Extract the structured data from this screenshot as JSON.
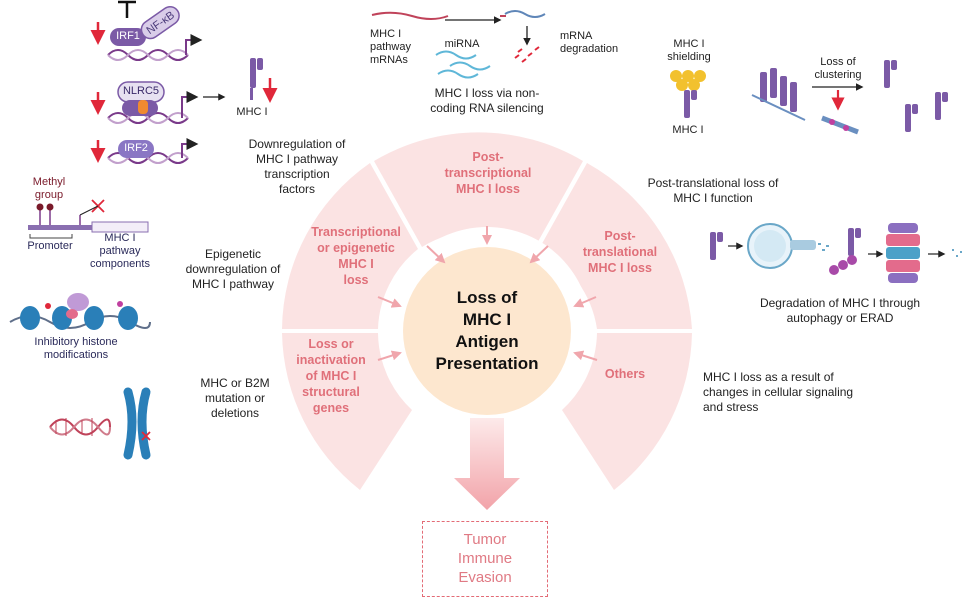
{
  "center": [
    "Loss of",
    "MHC I",
    "Antigen",
    "Presentation"
  ],
  "segments": {
    "transcriptional": [
      "Transcriptional",
      "or epigenetic",
      "MHC I",
      "loss"
    ],
    "post_transcriptional": [
      "Post-",
      "transcriptional",
      "MHC I loss"
    ],
    "post_translational": [
      "Post-",
      "translational",
      "MHC I loss"
    ],
    "structural": [
      "Loss or",
      "inactivation",
      "of MHC I",
      "structural",
      "genes"
    ],
    "others": [
      "Others"
    ]
  },
  "outcome": [
    "Tumor",
    "Immune",
    "Evasion"
  ],
  "labels": {
    "downregulation_tf": [
      "Downregulation of",
      "MHC I pathway",
      "transcription",
      "factors"
    ],
    "epigenetic": [
      "Epigenetic",
      "downregulation of",
      "MHC I pathway"
    ],
    "mutation": [
      "MHC or B2M",
      "mutation or",
      "deletions"
    ],
    "noncoding": [
      "MHC I loss via non-",
      "coding RNA silencing"
    ],
    "post_translational_loss": [
      "Post-translational loss of",
      "MHC I function"
    ],
    "degradation": [
      "Degradation of MHC I through",
      "autophagy or ERAD"
    ],
    "signaling": [
      "MHC I loss as a result of",
      "changes in cellular signaling",
      "and stress"
    ]
  },
  "icon_labels": {
    "irf1": "IRF1",
    "nfkb": "NF-κB",
    "nlrc5": "NLRC5",
    "irf2": "IRF2",
    "mhc_i_tf": "MHC I",
    "methyl_group": [
      "Methyl",
      "group"
    ],
    "promoter": "Promoter",
    "mhc_components": [
      "MHC I",
      "pathway",
      "components"
    ],
    "histone": [
      "Inhibitory histone",
      "modifications"
    ],
    "mrnas": [
      "MHC I",
      "pathway",
      "mRNAs"
    ],
    "mirna": "miRNA",
    "mrna_degradation": [
      "mRNA",
      "degradation"
    ],
    "shielding": [
      "MHC I",
      "shielding"
    ],
    "mhc_i_shield": "MHC I",
    "loss_clustering": [
      "Loss of",
      "clustering"
    ]
  },
  "colors": {
    "fan": "#fbe3e3",
    "fan_text": "#e0707a",
    "center_fill": "#fde7cf",
    "arrow": "#f0a6ac",
    "mhc_purple": "#7b5aa6",
    "dna_purple": "#7a3a8a",
    "red_arrow": "#e0283a"
  }
}
